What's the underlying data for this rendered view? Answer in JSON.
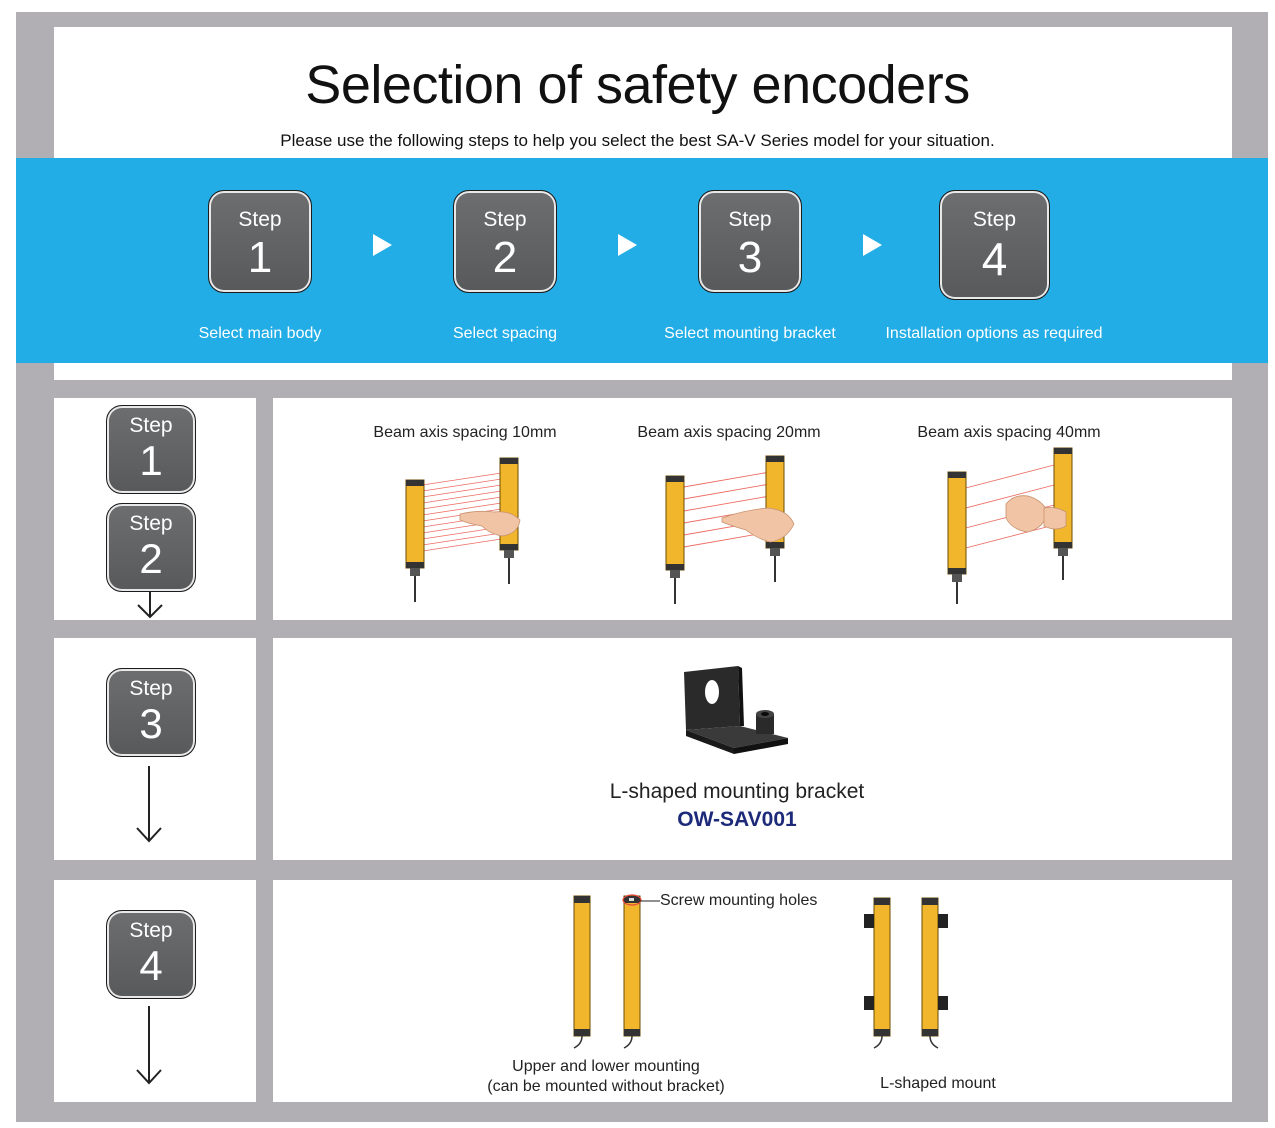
{
  "header": {
    "title": "Selection of safety encoders",
    "subtitle": "Please use the following steps to help you select the best SA-V Series model for your situation."
  },
  "steps": [
    {
      "word": "Step",
      "number": "1",
      "label": "Select main body"
    },
    {
      "word": "Step",
      "number": "2",
      "label": "Select spacing"
    },
    {
      "word": "Step",
      "number": "3",
      "label": "Select mounting bracket"
    },
    {
      "word": "Step",
      "number": "4",
      "label": "Installation options as required"
    }
  ],
  "spacing": {
    "items": [
      {
        "label": "Beam axis spacing 10mm"
      },
      {
        "label": "Beam axis spacing 20mm"
      },
      {
        "label": "Beam axis spacing 40mm"
      }
    ]
  },
  "bracket": {
    "name": "L-shaped mounting bracket",
    "model": "OW-SAV001"
  },
  "install": {
    "callout": "Screw mounting holes",
    "option1_line1": "Upper and lower mounting",
    "option1_line2": "(can be mounted without bracket)",
    "option2": "L-shaped mount"
  },
  "colors": {
    "band": "#23ade6",
    "frame": "#b2afb4",
    "sensor": "#f2b62c",
    "model": "#1d2a7a",
    "beam": "#e8483c"
  }
}
